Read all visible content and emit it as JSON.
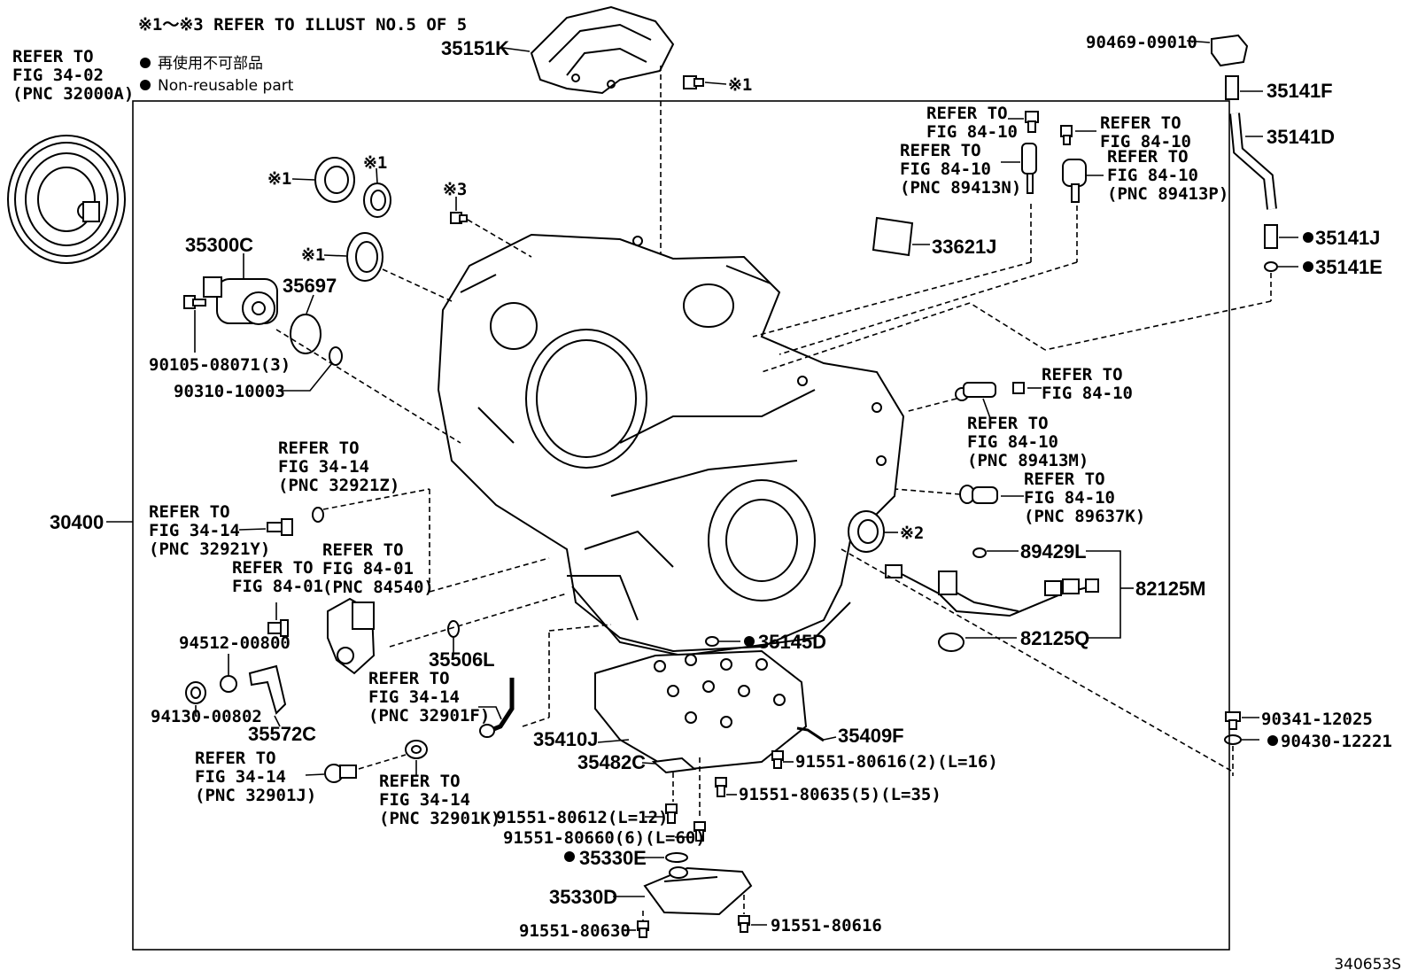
{
  "header": {
    "note_line": "※1～※3 REFER TO ILLUST NO.5 OF 5",
    "legend_jp": "再使用不可部品",
    "legend_en": "Non-reusable part"
  },
  "footer": {
    "illustration_code": "340653S"
  },
  "callouts": [
    {
      "id": "refer-fig-34-02-pnc-32000a",
      "lines": [
        "REFER TO",
        "FIG 34-02",
        "(PNC 32000A)"
      ]
    },
    {
      "id": "35151k",
      "lines": [
        "35151K"
      ]
    },
    {
      "id": "note-1-bolt",
      "lines": [
        "※1"
      ]
    },
    {
      "id": "note-1-seal-a",
      "lines": [
        "※1"
      ]
    },
    {
      "id": "note-1-seal-b",
      "lines": [
        "※1"
      ]
    },
    {
      "id": "note-1-seal-c",
      "lines": [
        "※1"
      ]
    },
    {
      "id": "note-3",
      "lines": [
        "※3"
      ]
    },
    {
      "id": "note-2",
      "lines": [
        "※2"
      ]
    },
    {
      "id": "35300c",
      "lines": [
        "35300C"
      ]
    },
    {
      "id": "35697",
      "lines": [
        "35697"
      ]
    },
    {
      "id": "90105-08071",
      "lines": [
        "90105-08071(3)"
      ]
    },
    {
      "id": "90310-10003",
      "lines": [
        "90310-10003"
      ]
    },
    {
      "id": "30400",
      "lines": [
        "30400"
      ]
    },
    {
      "id": "refer-fig-34-14-pnc-32921z",
      "lines": [
        "REFER TO",
        "FIG 34-14",
        "(PNC 32921Z)"
      ]
    },
    {
      "id": "refer-fig-34-14-pnc-32921y",
      "lines": [
        "REFER TO",
        "FIG 34-14",
        "(PNC 32921Y)"
      ]
    },
    {
      "id": "refer-fig-84-01-pnc-84540",
      "lines": [
        "REFER TO",
        "FIG 84-01",
        "(PNC 84540)"
      ]
    },
    {
      "id": "refer-fig-84-01",
      "lines": [
        "REFER TO",
        "FIG 84-01"
      ]
    },
    {
      "id": "94512-00800",
      "lines": [
        "94512-00800"
      ]
    },
    {
      "id": "94130-00802",
      "lines": [
        "94130-00802"
      ]
    },
    {
      "id": "35572c",
      "lines": [
        "35572C"
      ]
    },
    {
      "id": "35506l",
      "lines": [
        "35506L"
      ]
    },
    {
      "id": "refer-fig-34-14-pnc-32901f",
      "lines": [
        "REFER TO",
        "FIG 34-14",
        "(PNC 32901F)"
      ]
    },
    {
      "id": "refer-fig-34-14-pnc-32901j",
      "lines": [
        "REFER TO",
        "FIG 34-14",
        "(PNC 32901J)"
      ]
    },
    {
      "id": "refer-fig-34-14-pnc-32901k",
      "lines": [
        "REFER TO",
        "FIG 34-14",
        "(PNC 32901K)"
      ]
    },
    {
      "id": "35410j",
      "lines": [
        "35410J"
      ]
    },
    {
      "id": "35482c",
      "lines": [
        "35482C"
      ]
    },
    {
      "id": "35409f",
      "lines": [
        "35409F"
      ]
    },
    {
      "id": "35145d",
      "lines": [
        "35145D"
      ],
      "nonreusable": true
    },
    {
      "id": "91551-80616-2",
      "lines": [
        "91551-80616(2)(L=16)"
      ]
    },
    {
      "id": "91551-80635-5",
      "lines": [
        "91551-80635(5)(L=35)"
      ]
    },
    {
      "id": "91551-80612",
      "lines": [
        "91551-80612(L=12)"
      ]
    },
    {
      "id": "91551-80660-6",
      "lines": [
        "91551-80660(6)(L=60)"
      ]
    },
    {
      "id": "35330e",
      "lines": [
        "35330E"
      ],
      "nonreusable": true
    },
    {
      "id": "35330d",
      "lines": [
        "35330D"
      ]
    },
    {
      "id": "91551-80630",
      "lines": [
        "91551-80630"
      ]
    },
    {
      "id": "91551-80616",
      "lines": [
        "91551-80616"
      ]
    },
    {
      "id": "refer-fig-84-10-a",
      "lines": [
        "REFER TO",
        "FIG 84-10"
      ]
    },
    {
      "id": "refer-fig-84-10-pnc-89413n",
      "lines": [
        "REFER TO",
        "FIG 84-10",
        "(PNC 89413N)"
      ]
    },
    {
      "id": "refer-fig-84-10-b",
      "lines": [
        "REFER TO",
        "FIG 84-10"
      ]
    },
    {
      "id": "refer-fig-84-10-pnc-89413p",
      "lines": [
        "REFER TO",
        "FIG 84-10",
        "(PNC 89413P)"
      ]
    },
    {
      "id": "33621j",
      "lines": [
        "33621J"
      ]
    },
    {
      "id": "90469-09010",
      "lines": [
        "90469-09010"
      ]
    },
    {
      "id": "35141f",
      "lines": [
        "35141F"
      ]
    },
    {
      "id": "35141d",
      "lines": [
        "35141D"
      ]
    },
    {
      "id": "35141j",
      "lines": [
        "35141J"
      ],
      "nonreusable": true
    },
    {
      "id": "35141e",
      "lines": [
        "35141E"
      ],
      "nonreusable": true
    },
    {
      "id": "refer-fig-84-10-c",
      "lines": [
        "REFER TO",
        "FIG 84-10"
      ]
    },
    {
      "id": "refer-fig-84-10-pnc-89413m",
      "lines": [
        "REFER TO",
        "FIG 84-10",
        "(PNC 89413M)"
      ]
    },
    {
      "id": "refer-fig-84-10-pnc-89637k",
      "lines": [
        "REFER TO",
        "FIG 84-10",
        "(PNC 89637K)"
      ]
    },
    {
      "id": "89429l",
      "lines": [
        "89429L"
      ]
    },
    {
      "id": "82125m",
      "lines": [
        "82125M"
      ]
    },
    {
      "id": "82125q",
      "lines": [
        "82125Q"
      ]
    },
    {
      "id": "90341-12025",
      "lines": [
        "90341-12025"
      ]
    },
    {
      "id": "90430-12221",
      "lines": [
        "90430-12221"
      ],
      "nonreusable": true
    }
  ]
}
